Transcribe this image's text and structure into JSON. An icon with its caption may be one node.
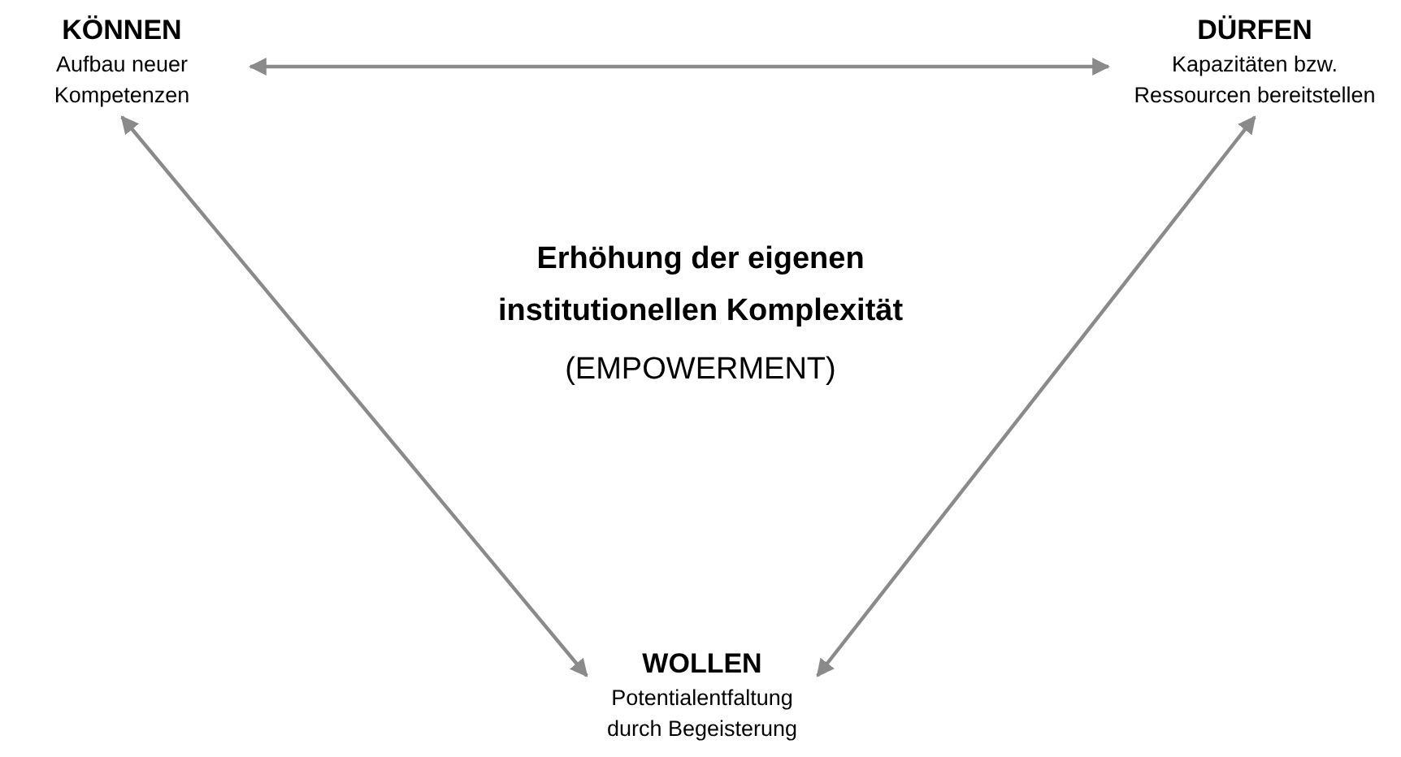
{
  "diagram": {
    "nodes": [
      {
        "text": [
          "KÖNNEN",
          "Aufbau neuer Kompetenzen"
        ]
      },
      {
        "text": [
          "DÜRFEN",
          "Kapazitäten bzw. Ressourcen bereitstellen"
        ]
      },
      {
        "text": [
          "WOLLEN",
          "Potentialentfaltung durch Begeisterung"
        ]
      }
    ],
    "edges": [
      {
        "from": 0,
        "to": 1,
        "arrow": "both"
      },
      {
        "from": 0,
        "to": 2,
        "arrow": "both"
      },
      {
        "from": 1,
        "to": 2,
        "arrow": "both"
      }
    ],
    "labels": [
      "Erhöhung der eigenen institutionellen Komplexität",
      "(EMPOWERMENT)"
    ]
  }
}
